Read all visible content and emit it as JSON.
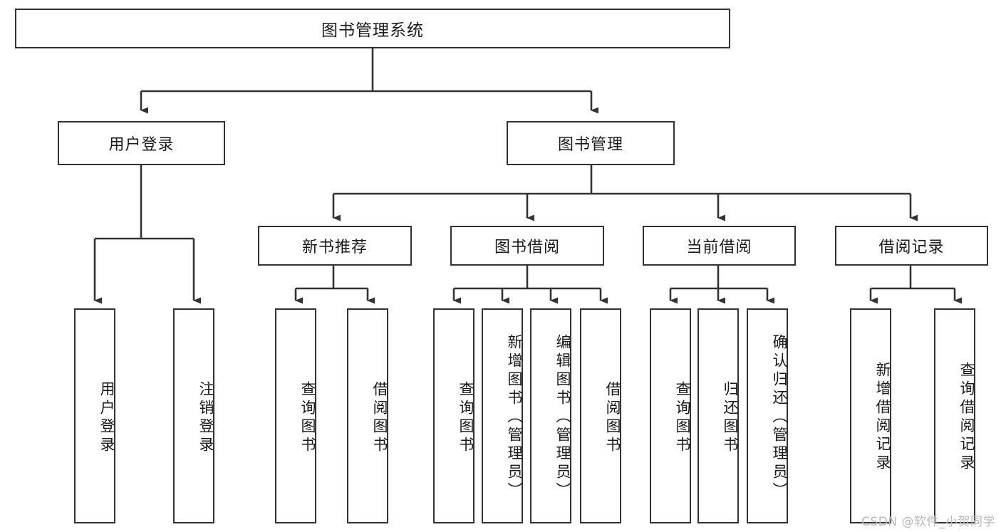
{
  "diagram": {
    "title": "图书管理系统",
    "type": "tree-hierarchy-chart",
    "accent_color": "#333333",
    "box_fill": "#ffffff",
    "text_color": "#1a1a1a",
    "nodes": {
      "root": {
        "label": "图书管理系统"
      },
      "level2": [
        {
          "label": "用户登录"
        },
        {
          "label": "图书管理"
        }
      ],
      "level3": [
        {
          "label": "新书推荐"
        },
        {
          "label": "图书借阅"
        },
        {
          "label": "当前借阅"
        },
        {
          "label": "借阅记录"
        }
      ],
      "leaves_user_login": [
        {
          "label": "用户登录"
        },
        {
          "label": "注销登录"
        }
      ],
      "leaves_new_books": [
        {
          "label": "查询图书"
        },
        {
          "label": "借阅图书"
        }
      ],
      "leaves_borrow": [
        {
          "label": "查询图书"
        },
        {
          "label": "新增图书（管理员）"
        },
        {
          "label": "编辑图书（管理员）"
        },
        {
          "label": "借阅图书"
        }
      ],
      "leaves_current": [
        {
          "label": "查询图书"
        },
        {
          "label": "归还图书"
        },
        {
          "label": "确认归还（管理员）"
        }
      ],
      "leaves_records": [
        {
          "label": "新增借阅记录"
        },
        {
          "label": "查询借阅记录"
        }
      ]
    }
  },
  "watermark": {
    "text": "CSDN @软件_小贺同学",
    "color": "#b9b9b9"
  }
}
